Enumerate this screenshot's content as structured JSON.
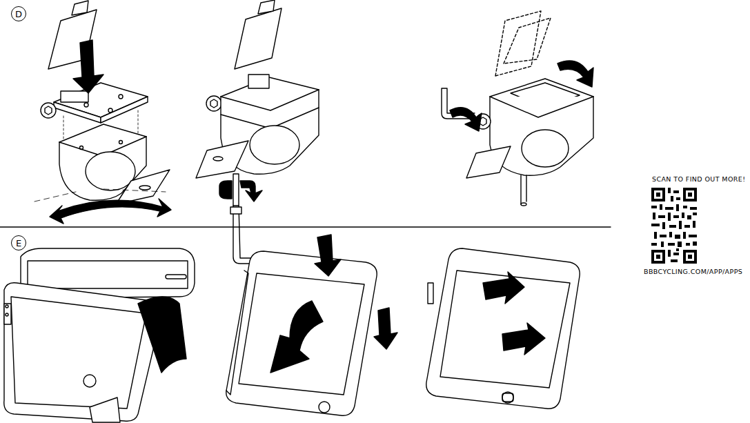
{
  "diagram": {
    "nodes": [
      {
        "text": [
          "D"
        ]
      },
      {
        "text": [
          "E"
        ]
      }
    ],
    "labels": [
      "SCAN TO FIND OUT MORE!",
      "BBBCYCLING.COM/APP/APPS"
    ]
  }
}
